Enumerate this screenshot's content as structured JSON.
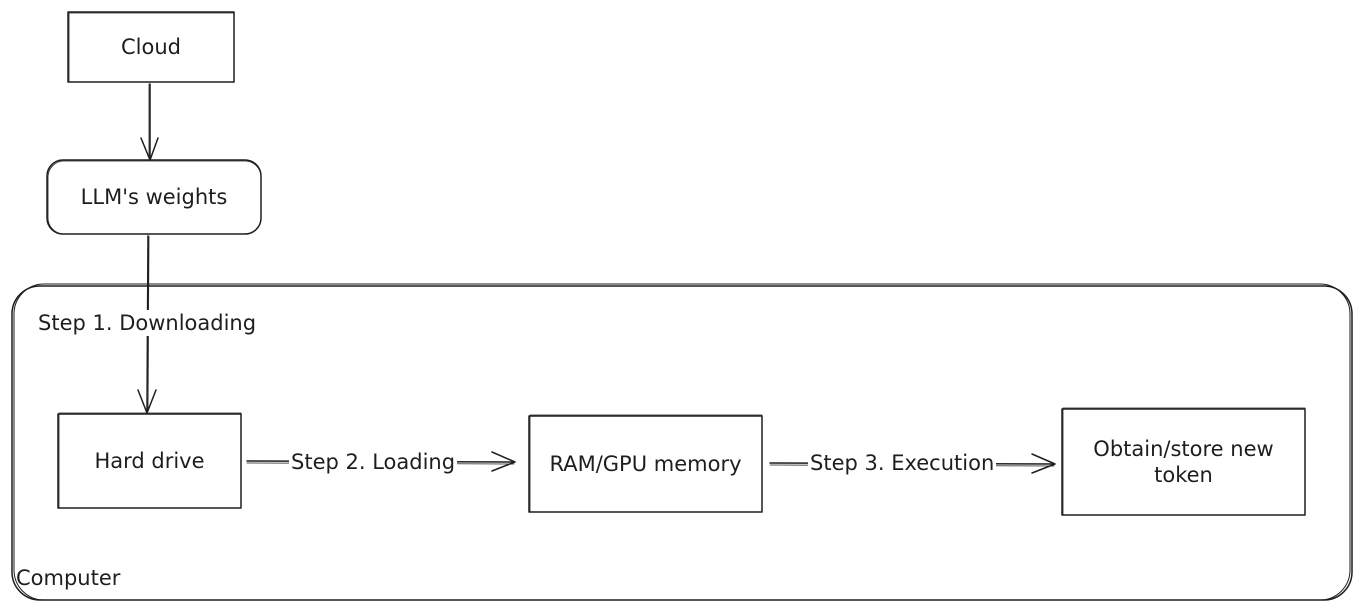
{
  "nodes": {
    "cloud": "Cloud",
    "weights": "LLM's weights",
    "hard_drive": "Hard drive",
    "memory": "RAM/GPU memory",
    "token": "Obtain/store new token"
  },
  "group": {
    "label": "Computer",
    "step1": "Step 1. Downloading"
  },
  "edges": {
    "step2": "Step 2. Loading",
    "step3": "Step 3. Execution"
  },
  "colors": {
    "stroke": "#1e1e1e",
    "background": "#ffffff"
  }
}
